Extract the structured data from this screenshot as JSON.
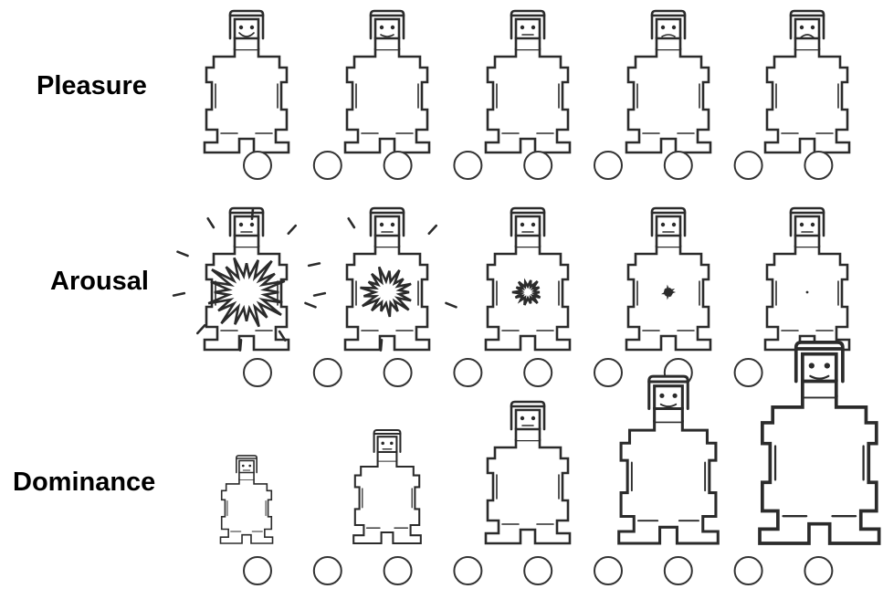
{
  "scales": [
    {
      "key": "pleasure",
      "label": "Pleasure",
      "mouths": [
        "smile",
        "slight-smile",
        "neutral",
        "slight-frown",
        "frown"
      ],
      "rating_points": 9
    },
    {
      "key": "arousal",
      "label": "Arousal",
      "arousal_levels": [
        4,
        3,
        2,
        1,
        0
      ],
      "rating_points": 9
    },
    {
      "key": "dominance",
      "label": "Dominance",
      "size_levels": [
        "smallest",
        "small",
        "medium",
        "large",
        "largest"
      ],
      "rating_points": 9
    }
  ],
  "colors": {
    "ink": "#2b2b2b",
    "background": "#ffffff"
  },
  "icons": {
    "figure": "sam-manikin-icon",
    "rating": "empty-circle-radio-icon"
  }
}
